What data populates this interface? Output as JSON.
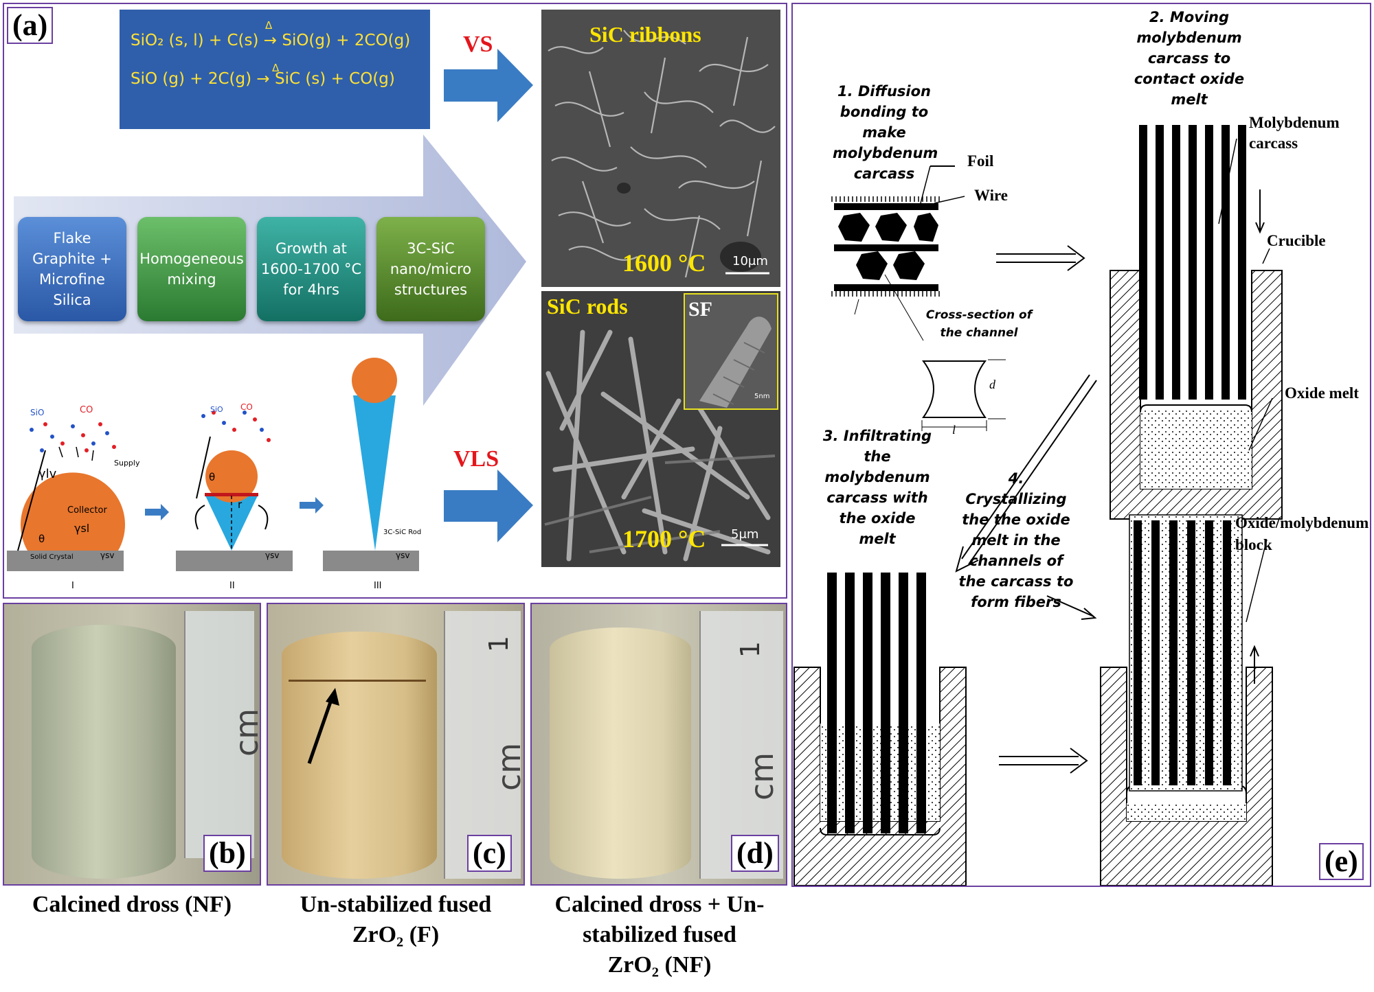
{
  "panel_a": {
    "tag": "(a)",
    "equations": {
      "line1": "SiO₂ (s, l) + C(s) → SiO(g) + 2CO(g)",
      "line2": "SiO (g) + 2C(g) → SiC (s) + CO(g)",
      "delta": "Δ"
    },
    "vs_label": "VS",
    "vls_label": "VLS",
    "flow": [
      "Flake Graphite + Microfine Silica",
      "Homogeneous mixing",
      "Growth at 1600-1700 °C for 4hrs",
      "3C-SiC nano/micro structures"
    ],
    "sem_top": {
      "title": "SiC ribbons",
      "temp": "1600 °C",
      "scale": "10μm"
    },
    "sem_bottom": {
      "title": "SiC rods",
      "temp": "1700 °C",
      "scale": "5μm",
      "inset_label": "SF",
      "inset_scale": "5nm"
    },
    "schematic": {
      "sio": "SiO",
      "co": "CO",
      "supply": "Supply",
      "collector": "Collector",
      "gamma_lv": "γlv",
      "gamma_sl": "γsl",
      "gamma_sv": "γsv",
      "theta": "θ",
      "r": "r",
      "solid_crystal": "Solid Crystal",
      "rod": "3C-SiC Rod",
      "stages": [
        "I",
        "II",
        "III"
      ]
    }
  },
  "panel_b": {
    "tag": "(b)",
    "caption": "Calcined dross (NF)",
    "ruler_unit": "cm"
  },
  "panel_c": {
    "tag": "(c)",
    "caption_line1": "Un-stabilized fused",
    "caption_line2": "ZrO₂ (F)",
    "ruler_unit": "cm",
    "ruler_mark": "1"
  },
  "panel_d": {
    "tag": "(d)",
    "caption_line1": "Calcined dross + Un-",
    "caption_line2": "stabilized fused",
    "caption_line3": "ZrO₂ (NF)",
    "ruler_unit": "cm",
    "ruler_mark": "1"
  },
  "panel_e": {
    "tag": "(e)",
    "step1": "1. Diffusion bonding to make molybdenum carcass",
    "step2": "2. Moving molybdenum carcass to contact oxide melt",
    "step3": "3. Infiltrating the molybdenum carcass with the oxide melt",
    "step4": "4. Crystallizing the the oxide melt in the channels of the carcass to form fibers",
    "foil": "Foil",
    "wire": "Wire",
    "cross_section": "Cross-section of the channel",
    "dim_d": "d",
    "dim_l": "l",
    "molybdenum_carcass": "Molybdenum carcass",
    "crucible": "Crucible",
    "oxide_melt": "Oxide melt",
    "oxide_block": "Oxide/molybdenum block"
  },
  "colors": {
    "border": "#6a3fa0",
    "arrow_blue": "#3a7cc4",
    "label_red": "#e3161c",
    "sem_text": "#ffe600"
  }
}
